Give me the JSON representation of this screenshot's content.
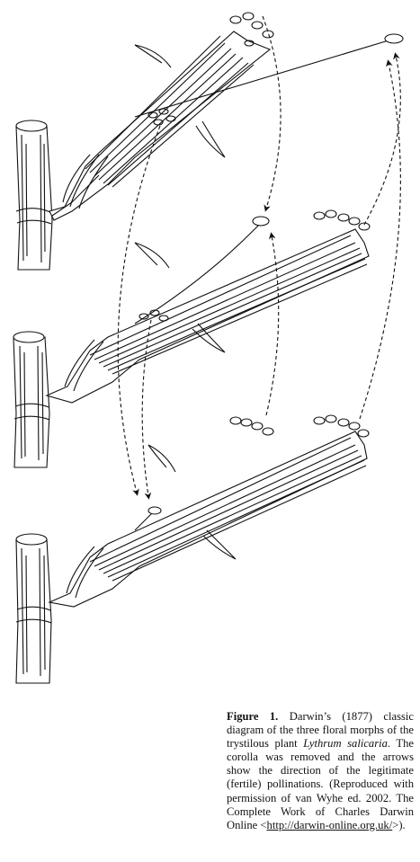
{
  "figure": {
    "label": "Figure 1.",
    "caption_before_species": "Darwin’s (1877) classic diagram of the three floral morphs of the trystilous plant",
    "species_name": "Lythrum salicaria",
    "caption_after_species": ". The corolla was removed and the arrows show the direction of the legitimate (fertile) pollinations. (Reproduced with permission of van Wyhe ed. 2002. The Complete Work of Charles Darwin Online <",
    "link_text": "http://darwin-online.org.uk/",
    "caption_end": ">)."
  },
  "colors": {
    "ink": "#111111",
    "paper": "#ffffff"
  }
}
